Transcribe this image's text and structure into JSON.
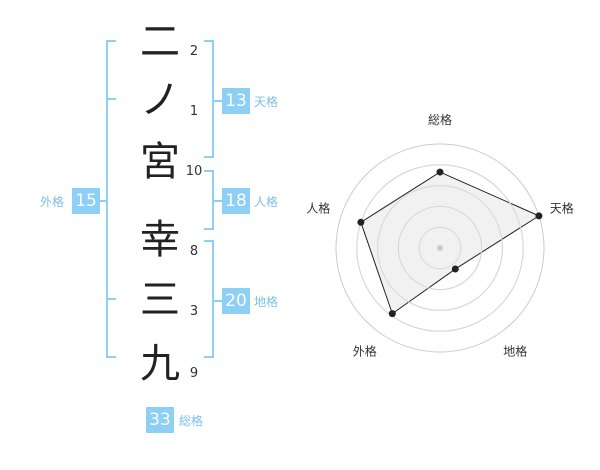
{
  "name_chars": [
    {
      "char": "二",
      "strokes": "2"
    },
    {
      "char": "ノ",
      "strokes": "1"
    },
    {
      "char": "宮",
      "strokes": "10"
    },
    {
      "char": "幸",
      "strokes": "8"
    },
    {
      "char": "三",
      "strokes": "3"
    },
    {
      "char": "九",
      "strokes": "9"
    }
  ],
  "fortunes": {
    "tenkaku": {
      "value": "13",
      "label": "天格"
    },
    "jinkaku": {
      "value": "18",
      "label": "人格"
    },
    "chikaku": {
      "value": "20",
      "label": "地格"
    },
    "gaikaku": {
      "value": "15",
      "label": "外格"
    },
    "soukaku": {
      "value": "33",
      "label": "総格"
    }
  },
  "chart_data": {
    "type": "radar",
    "axes": [
      "総格",
      "天格",
      "地格",
      "外格",
      "人格"
    ],
    "values": [
      0.73,
      1.0,
      0.25,
      0.78,
      0.8
    ],
    "rings": 5,
    "max": 1.0
  },
  "colors": {
    "accent": "#8ecff5",
    "accent_text": "#7dbfe8",
    "radar_fill": "#efefef",
    "ring": "#cccccc"
  }
}
